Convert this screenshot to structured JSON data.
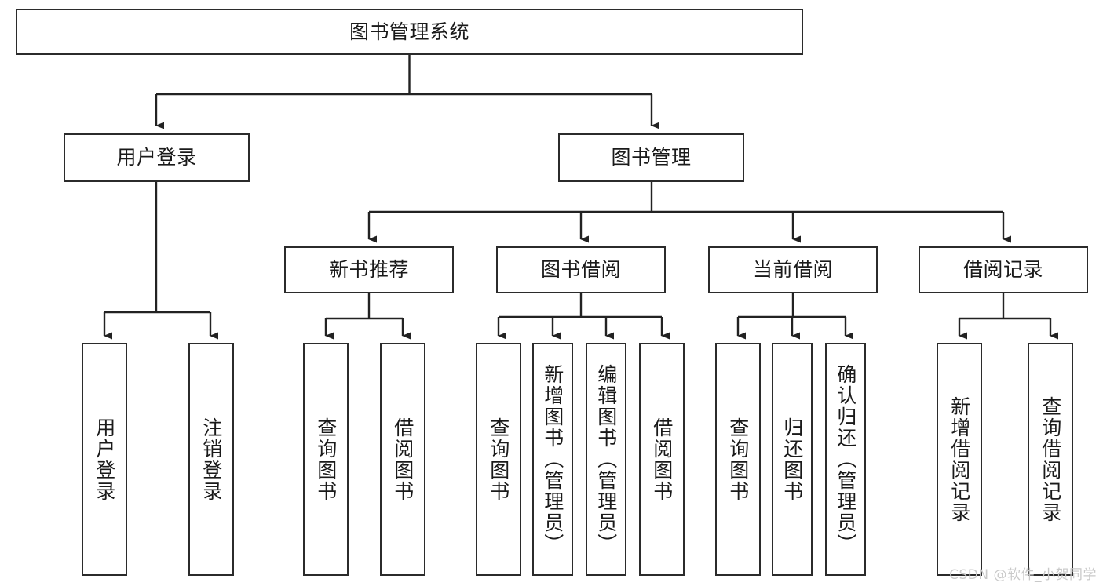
{
  "diagram": {
    "title": "图书管理系统",
    "type": "tree",
    "orientation": "top-down",
    "colors": {
      "box_border": "#2b2b2b",
      "box_fill": "#ffffff",
      "connector": "#222222",
      "text": "#1a1a1a",
      "watermark": "#c9c9c9",
      "background": "#ffffff"
    },
    "root": {
      "label": "图书管理系统"
    },
    "level2": [
      {
        "label": "用户登录"
      },
      {
        "label": "图书管理"
      }
    ],
    "level3": [
      {
        "label": "新书推荐"
      },
      {
        "label": "图书借阅"
      },
      {
        "label": "当前借阅"
      },
      {
        "label": "借阅记录"
      }
    ],
    "leaves": {
      "user_login": [
        {
          "label": "用户登录"
        },
        {
          "label": "注销登录"
        }
      ],
      "new_book": [
        {
          "label": "查询图书"
        },
        {
          "label": "借阅图书"
        }
      ],
      "book_borrow": [
        {
          "label": "查询图书"
        },
        {
          "label": "新增图书（管理员）"
        },
        {
          "label": "编辑图书（管理员）"
        },
        {
          "label": "借阅图书"
        }
      ],
      "current_borrow": [
        {
          "label": "查询图书"
        },
        {
          "label": "归还图书"
        },
        {
          "label": "确认归还（管理员）"
        }
      ],
      "borrow_record": [
        {
          "label": "新增借阅记录"
        },
        {
          "label": "查询借阅记录"
        }
      ]
    }
  },
  "watermark": {
    "text": "CSDN @软件_小贺同学"
  }
}
